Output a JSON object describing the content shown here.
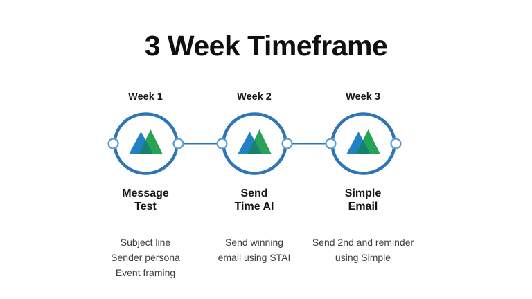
{
  "title": "3 Week Timeframe",
  "colors": {
    "circle_border": "#2E75B6",
    "connector": "#2E75B6",
    "node_border": "#5B9BD5",
    "mountain_blue": "#2181C4",
    "mountain_green": "#27A355",
    "mountain_overlap": "#17806F",
    "heading_text": "#161616",
    "description_text": "#3D3D3D"
  },
  "steps": [
    {
      "week": "Week 1",
      "label_lines": [
        "Message",
        "Test"
      ],
      "desc_lines": [
        "Subject line",
        "Sender persona",
        "Event framing"
      ]
    },
    {
      "week": "Week 2",
      "label_lines": [
        "Send",
        "Time AI"
      ],
      "desc_lines": [
        "Send winning",
        "email using STAI"
      ]
    },
    {
      "week": "Week 3",
      "label_lines": [
        "Simple",
        "Email"
      ],
      "desc_lines": [
        "Send 2nd and reminder",
        "using Simple"
      ]
    }
  ]
}
